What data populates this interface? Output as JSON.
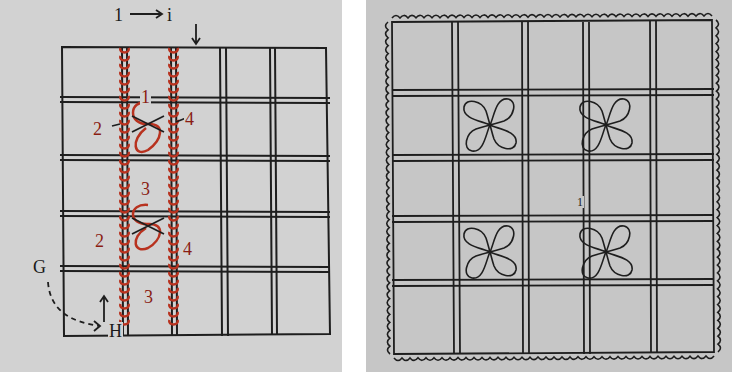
{
  "diagram": {
    "labels": [
      "1",
      "i",
      "1",
      "2",
      "4",
      "3",
      "2",
      "4",
      "3",
      "G",
      "H",
      "1"
    ]
  }
}
